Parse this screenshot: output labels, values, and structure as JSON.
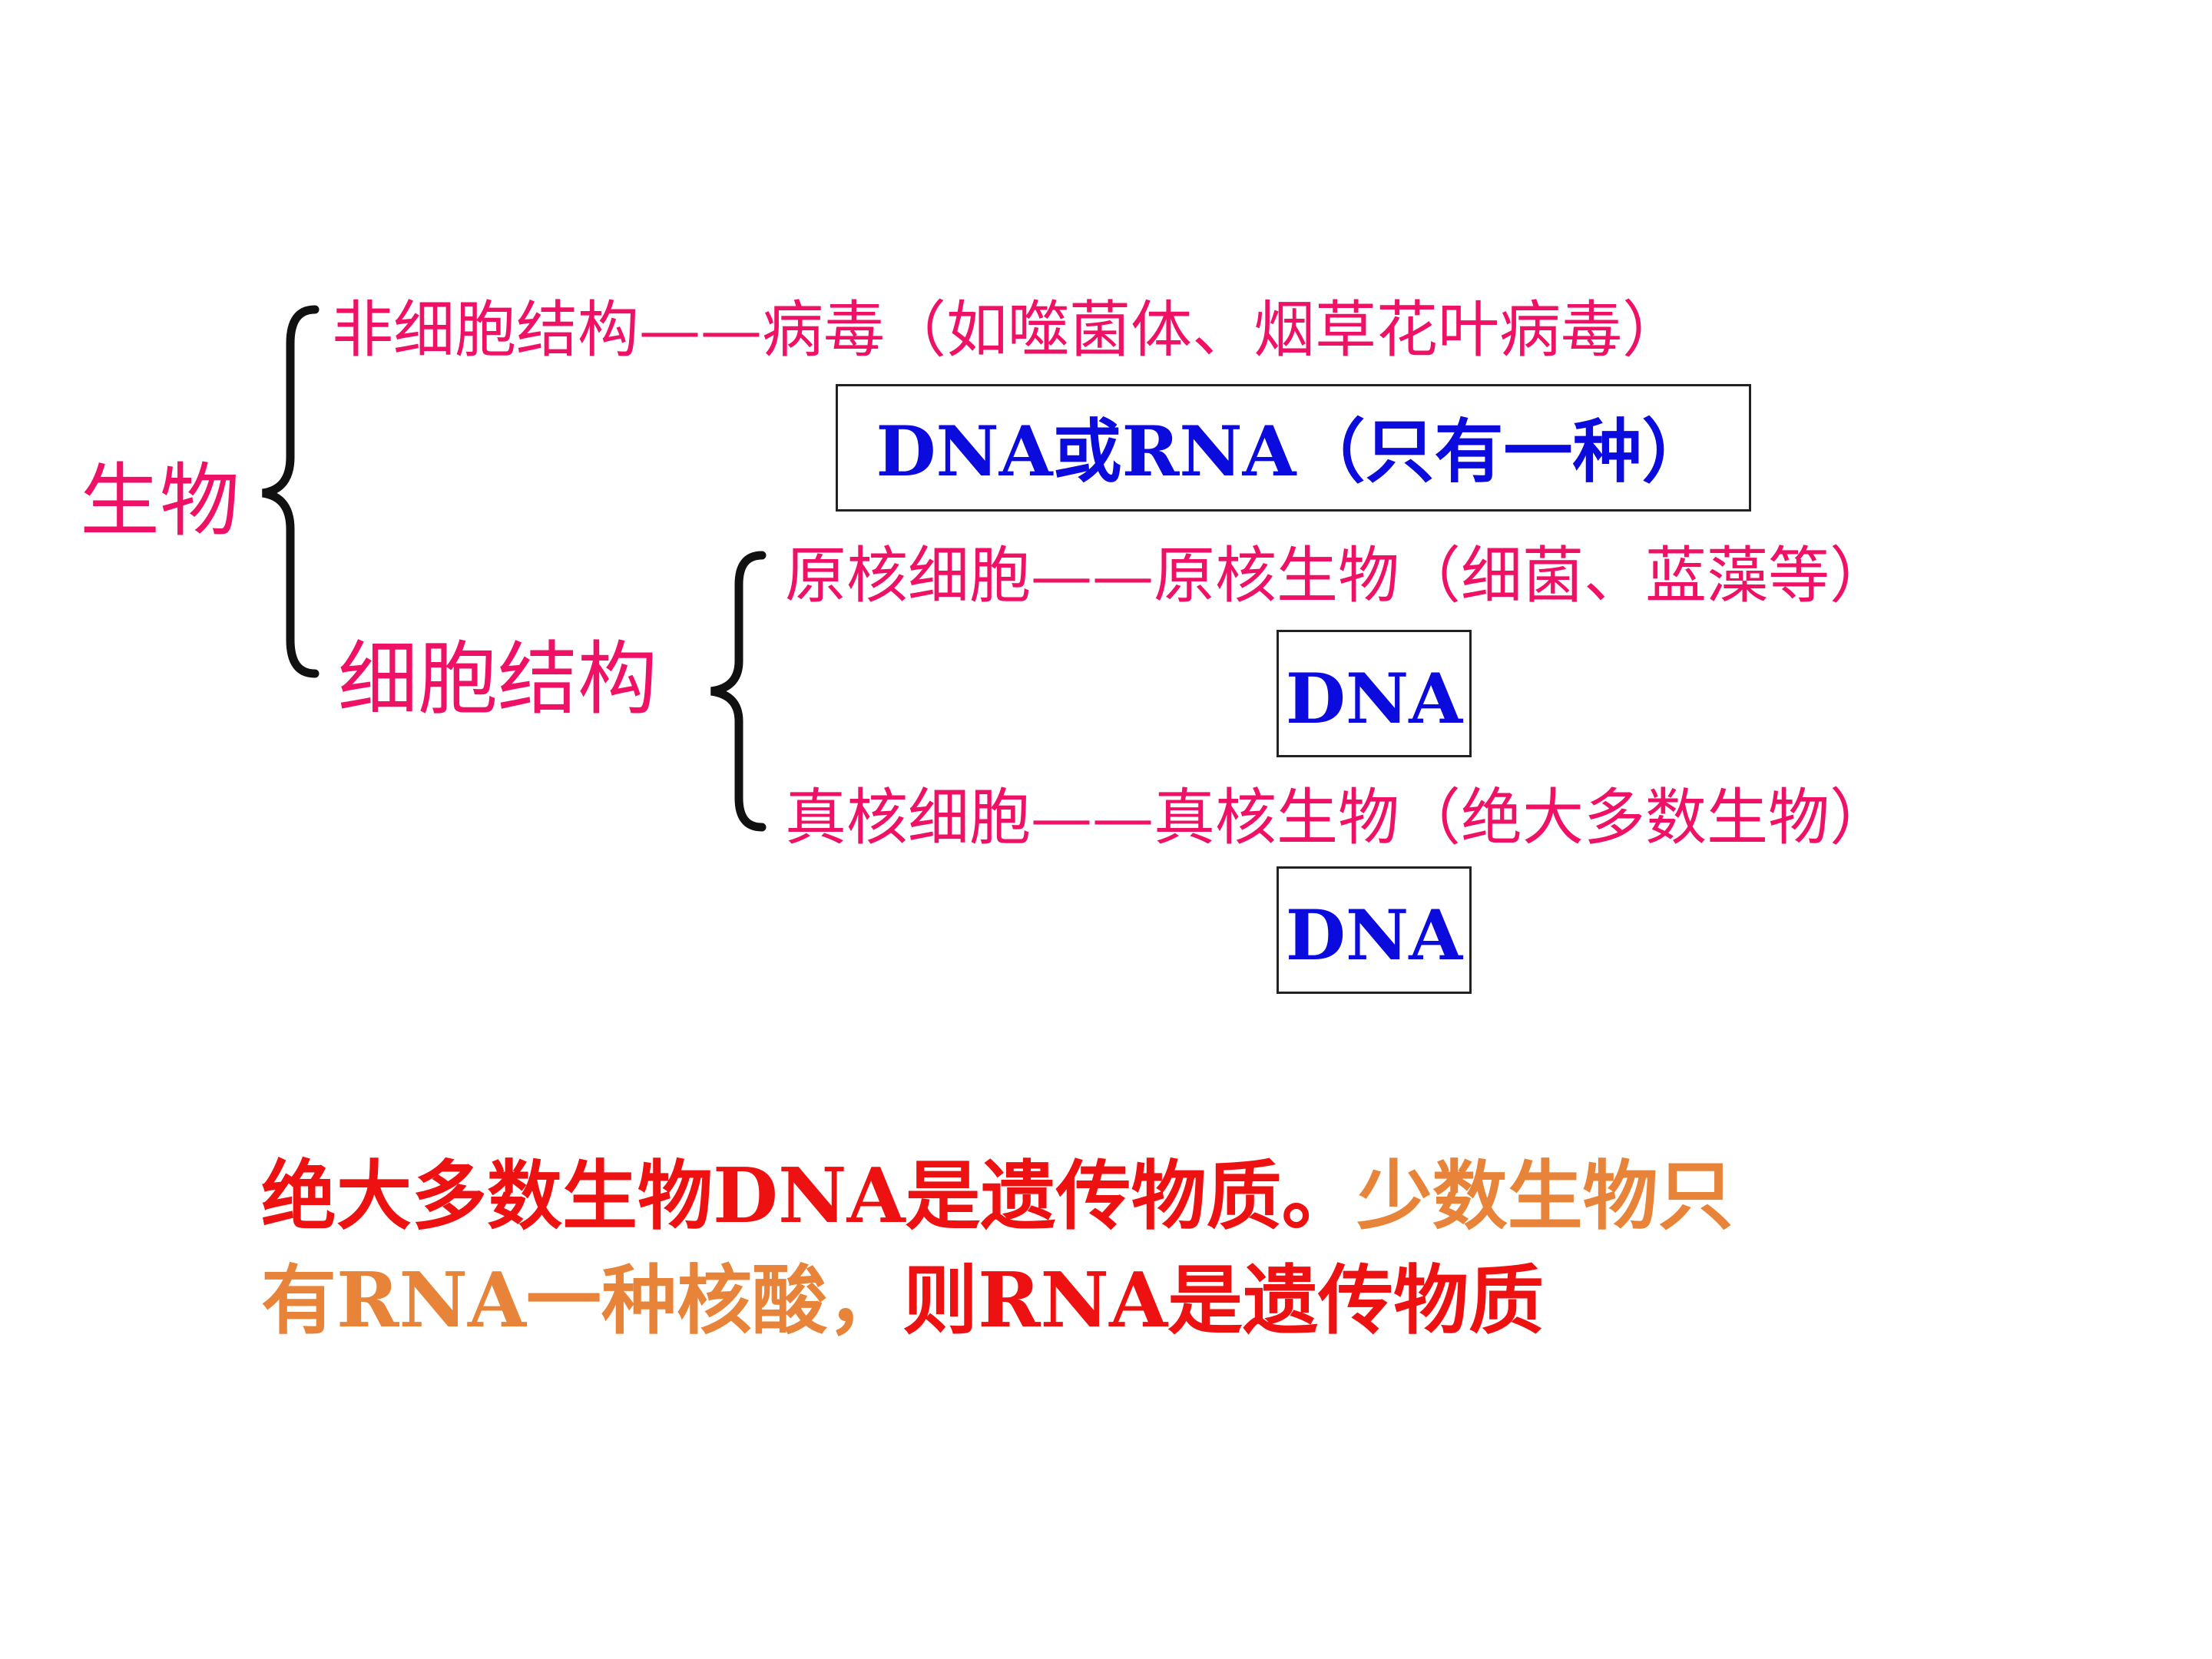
{
  "diagram": {
    "root": "生物",
    "non_cellular": {
      "label": "非细胞结构——病毒（如噬菌体、烟草花叶病毒）",
      "nucleic_acid": "DNA或RNA（只有一种）"
    },
    "cellular": {
      "label": "细胞结构",
      "prokaryote": {
        "label": "原核细胞——原核生物（细菌、蓝藻等）",
        "nucleic_acid": "DNA"
      },
      "eukaryote": {
        "label": "真核细胞——真核生物（绝大多数生物）",
        "nucleic_acid": "DNA"
      }
    }
  },
  "conclusion": {
    "part1": "绝大多数生物DNA是遗传物质。",
    "part2": "少数生物只",
    "part3": "有RNA一种核酸，",
    "part4": "则RNA是遗传物质"
  },
  "colors": {
    "label_pink": "#ee1166",
    "nucleic_blue": "#0b0bdd",
    "text_red": "#ee1111",
    "text_orange": "#e8843a",
    "brace_black": "#111111"
  }
}
